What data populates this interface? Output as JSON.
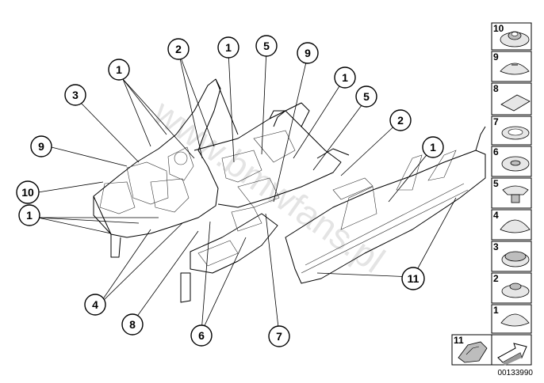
{
  "diagram": {
    "watermark": "www.bmwfans.pl",
    "reference_code": "00133990",
    "callouts": [
      {
        "id": "c1a",
        "label": "1"
      },
      {
        "id": "c1b",
        "label": "1"
      },
      {
        "id": "c1c",
        "label": "1"
      },
      {
        "id": "c1d",
        "label": "1"
      },
      {
        "id": "c1e",
        "label": "1"
      },
      {
        "id": "c2a",
        "label": "2"
      },
      {
        "id": "c2b",
        "label": "2"
      },
      {
        "id": "c3",
        "label": "3"
      },
      {
        "id": "c4",
        "label": "4"
      },
      {
        "id": "c5a",
        "label": "5"
      },
      {
        "id": "c5b",
        "label": "5"
      },
      {
        "id": "c6",
        "label": "6"
      },
      {
        "id": "c7",
        "label": "7"
      },
      {
        "id": "c8",
        "label": "8"
      },
      {
        "id": "c9a",
        "label": "9"
      },
      {
        "id": "c9b",
        "label": "9"
      },
      {
        "id": "c10",
        "label": "10"
      },
      {
        "id": "c11",
        "label": "11"
      }
    ],
    "legend": [
      {
        "number": "10",
        "part": "plug-with-center-hole"
      },
      {
        "number": "9",
        "part": "domed-plug-with-slot"
      },
      {
        "number": "8",
        "part": "flat-sealing-patch"
      },
      {
        "number": "7",
        "part": "flat-ring-grommet"
      },
      {
        "number": "6",
        "part": "plug-with-center-dimple"
      },
      {
        "number": "5",
        "part": "expanding-clip-plug"
      },
      {
        "number": "4",
        "part": "domed-plug"
      },
      {
        "number": "3",
        "part": "stepped-plug"
      },
      {
        "number": "2",
        "part": "grommet-with-boss"
      },
      {
        "number": "1",
        "part": "round-blind-plug"
      },
      {
        "number": "11",
        "part": "foam-insert-block"
      }
    ]
  }
}
